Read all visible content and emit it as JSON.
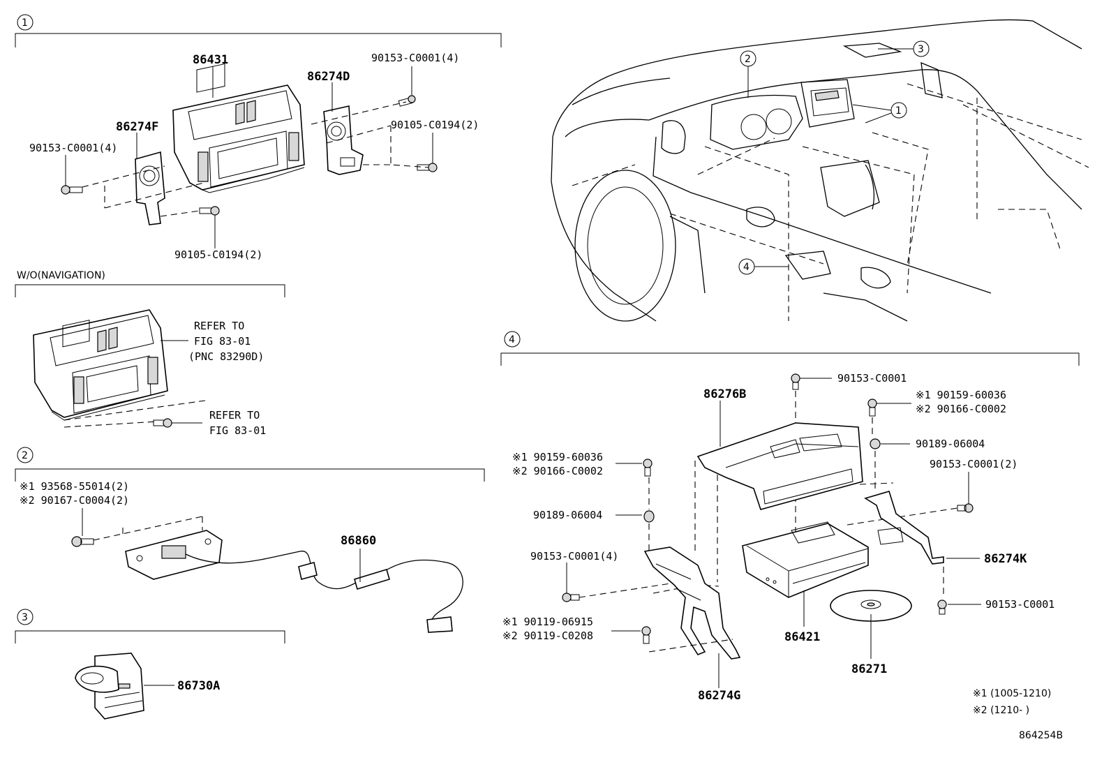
{
  "sections": [
    {
      "id": "1",
      "marker": "1"
    },
    {
      "id": "wo_nav",
      "title": "W/O(NAVIGATION)"
    },
    {
      "id": "2",
      "marker": "2"
    },
    {
      "id": "3",
      "marker": "3"
    },
    {
      "id": "4",
      "marker": "4"
    }
  ],
  "vehicle_callouts": [
    "1",
    "2",
    "3",
    "4"
  ],
  "section1": {
    "p_86431": "86431",
    "p_86274D": "86274D",
    "p_86274F": "86274F",
    "screw_tr": "90153-C0001(4)",
    "screw_r": "90105-C0194(2)",
    "screw_l": "90153-C0001(4)",
    "screw_b": "90105-C0194(2)"
  },
  "wo_nav": {
    "refer1_a": "REFER TO",
    "refer1_b": "FIG 83-01",
    "refer1_c": "(PNC 83290D)",
    "refer2_a": "REFER TO",
    "refer2_b": "FIG 83-01"
  },
  "section2": {
    "note1": "※1 93568-55014(2)",
    "note2": "※2 90167-C0004(2)",
    "p_86860": "86860"
  },
  "section3": {
    "p_86730A": "86730A"
  },
  "section4": {
    "top_screw": "90153-C0001",
    "p_86276B": "86276B",
    "r_note1": "※1 90159-60036",
    "r_note2": "※2 90166-C0002",
    "r_nut": "90189-06004",
    "r_screw2": "90153-C0001(2)",
    "l_note1": "※1 90159-60036",
    "l_note2": "※2 90166-C0002",
    "l_nut": "90189-06004",
    "l_screw4": "90153-C0001(4)",
    "p_86274K": "86274K",
    "r_screw_b": "90153-C0001",
    "b_note1": "※1 90119-06915",
    "b_note2": "※2 90119-C0208",
    "p_86421": "86421",
    "p_86271": "86271",
    "p_86274G": "86274G"
  },
  "legend": {
    "l1": "※1 (1005-1210)",
    "l2": "※2 (1210-      )"
  },
  "figure_code": "864254B"
}
